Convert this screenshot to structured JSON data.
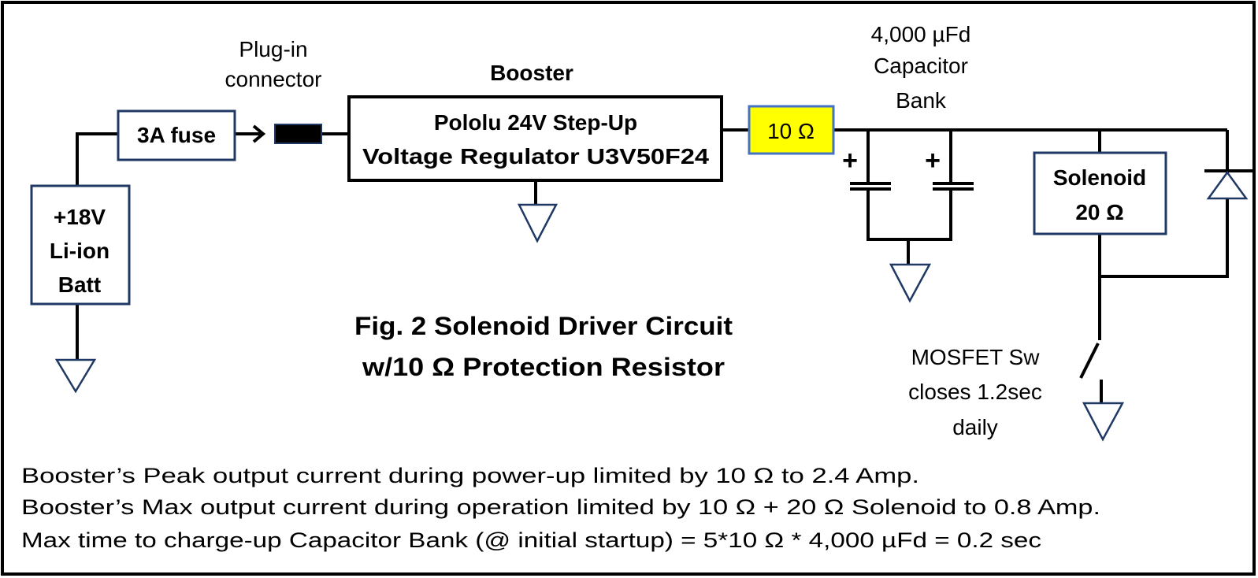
{
  "labels": {
    "plug_in_1": "Plug-in",
    "plug_in_2": "connector",
    "booster": "Booster",
    "booster_line1": "Pololu 24V Step-Up",
    "booster_line2": "Voltage Regulator U3V50F24",
    "fuse": "3A fuse",
    "battery_1": "+18V",
    "battery_2": "Li-ion",
    "battery_3": "Batt",
    "resistor": "10 Ω",
    "cap_1": "4,000 µFd",
    "cap_2": "Capacitor",
    "cap_3": "Bank",
    "plus": "+",
    "solenoid_1": "Solenoid",
    "solenoid_2": "20 Ω",
    "mosfet_1": "MOSFET Sw",
    "mosfet_2": "closes 1.2sec",
    "mosfet_3": "daily",
    "caption_1": "Fig. 2 Solenoid Driver Circuit",
    "caption_2": "w/10 Ω  Protection Resistor"
  },
  "notes": [
    "Booster’s Peak output current during power-up limited by 10 Ω  to 2.4 Amp.",
    "Booster’s Max output current during operation limited by 10 Ω + 20 Ω Solenoid to 0.8 Amp.",
    "Max time to charge-up Capacitor Bank (@ initial startup) = 5*10 Ω * 4,000 µFd = 0.2 sec"
  ],
  "colors": {
    "resistor_fill": "#ffff00",
    "resistor_border": "#4472c4",
    "box_border": "#1f3864"
  }
}
